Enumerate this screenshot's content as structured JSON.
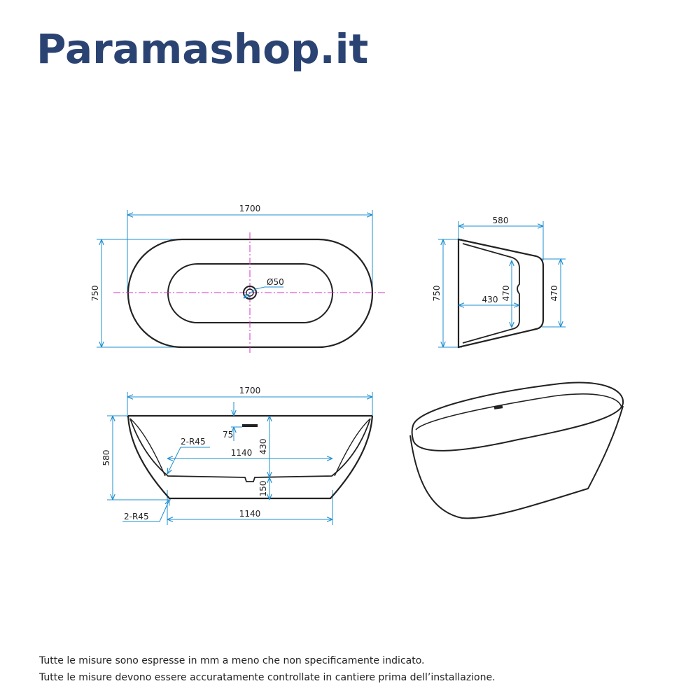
{
  "brand": {
    "title": "Paramashop.it"
  },
  "colors": {
    "brand": "#2a4373",
    "dimension": "#1e8fd0",
    "centerline": "#d633c6",
    "outline": "#222222"
  },
  "top_view": {
    "length_label": "1700",
    "width_label": "750",
    "drain_label": "Ø50"
  },
  "side_view": {
    "width_label": "580",
    "height_label": "750",
    "inner_depth_label": "430",
    "inner_height_label": "470",
    "outer_height_label": "470"
  },
  "front_view": {
    "length_label": "1700",
    "height_label": "580",
    "overflow_label": "75",
    "inner_depth_label": "430",
    "inner_length_label": "1140",
    "base_height_label": "150",
    "base_length_label": "1140",
    "radius_upper_label": "2-R45",
    "radius_lower_label": "2-R45"
  },
  "footer": {
    "line1": "Tutte le misure sono espresse in mm a meno che non specificamente indicato.",
    "line2": "Tutte le misure devono essere accuratamente controllate in cantiere prima dell’installazione."
  }
}
